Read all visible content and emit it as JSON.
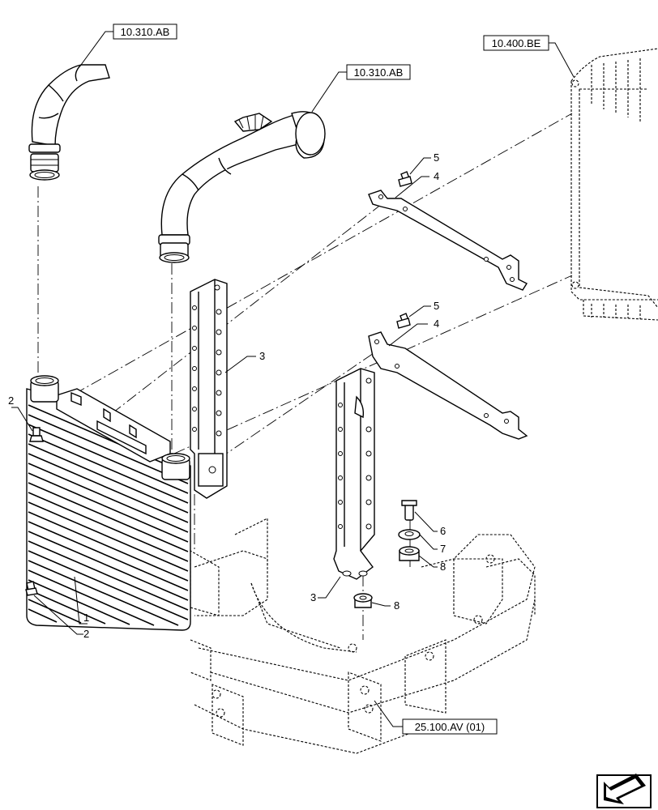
{
  "references": {
    "ref_left_hose": "10.310.AB",
    "ref_right_hose": "10.310.AB",
    "ref_radiator": "10.400.BE",
    "ref_frame": "25.100.AV (01)"
  },
  "callouts": {
    "c1": "1",
    "c2_top": "2",
    "c2_bottom": "2",
    "c3_upper": "3",
    "c3_lower": "3",
    "c4_upper": "4",
    "c4_lower": "4",
    "c5_upper": "5",
    "c5_lower": "5",
    "c6": "6",
    "c7": "7",
    "c8_upper": "8",
    "c8_lower": "8"
  },
  "icons": {
    "nav": "next-page-arrow-icon"
  }
}
